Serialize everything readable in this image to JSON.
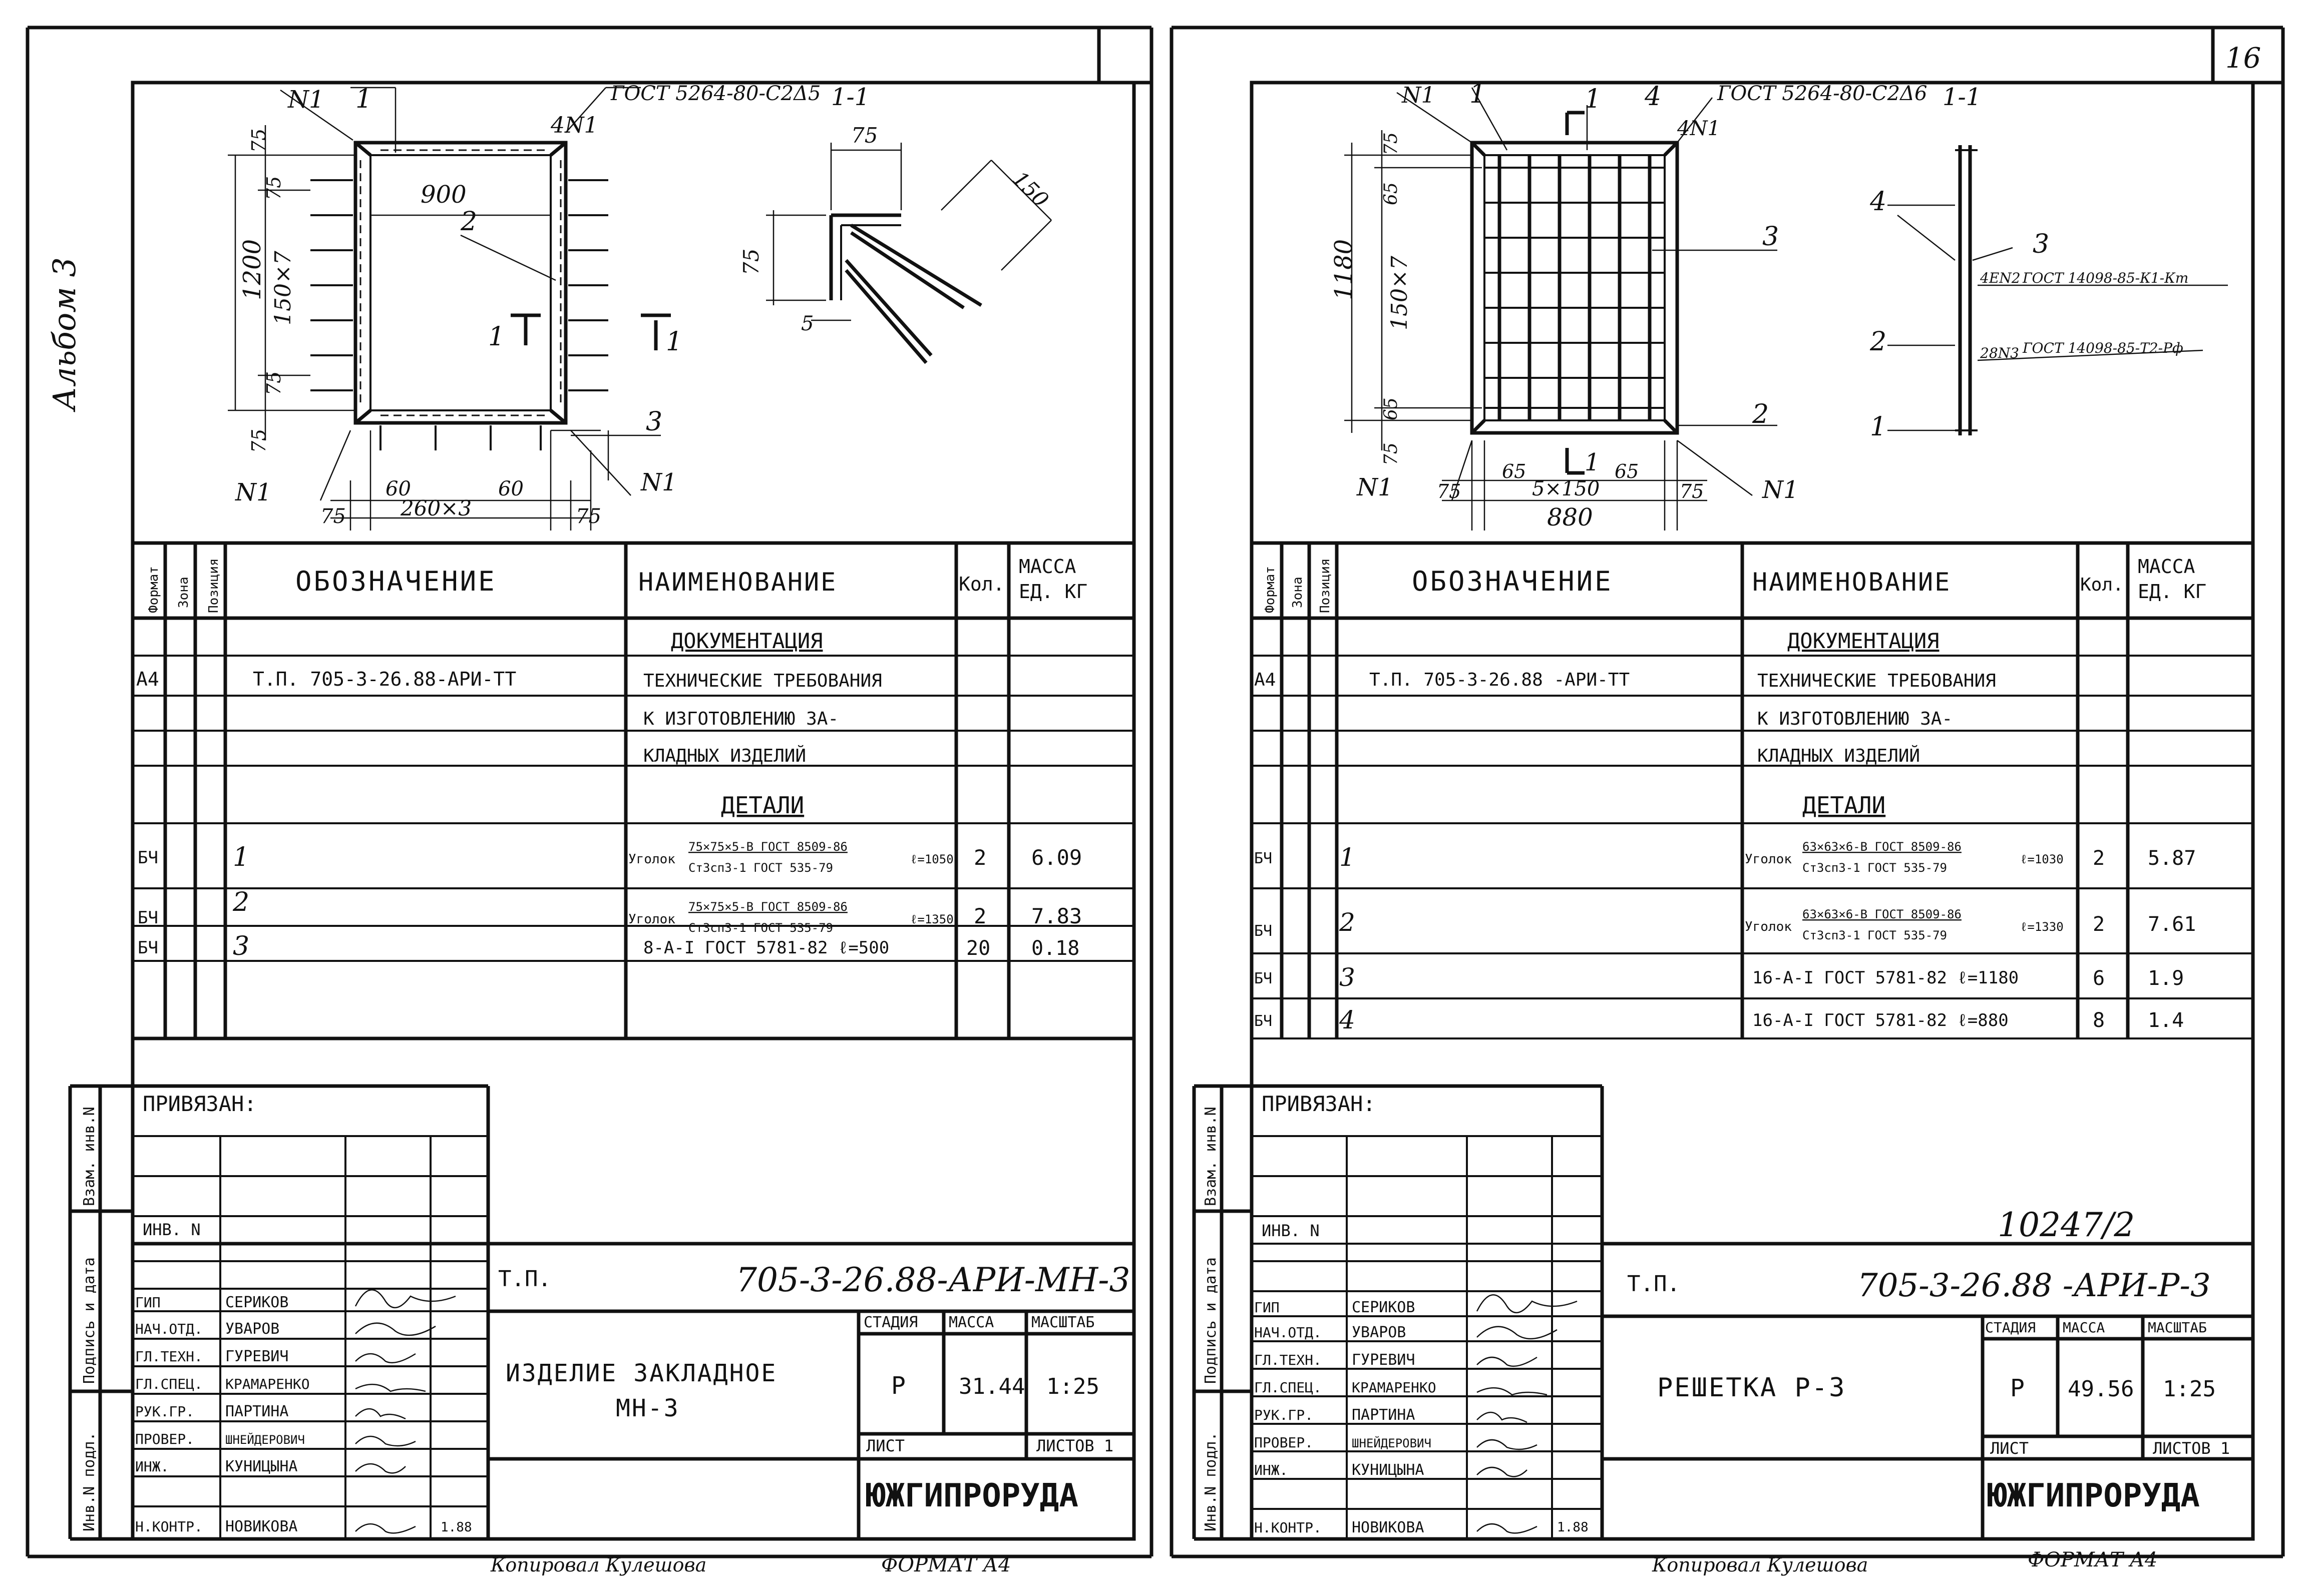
{
  "album_label": "Альбом 3",
  "side_labels": [
    "Инв.N подл.",
    "Подпись и дата",
    "Взам. инв.N"
  ],
  "common": {
    "table_headers": {
      "format": "Формат",
      "zone": "Зона",
      "position": "Позиция",
      "designation": "ОБОЗНАЧЕНИЕ",
      "name": "НАИМЕНОВАНИЕ",
      "qty": "Кол.",
      "mass": "МАССА",
      "mass_unit": "ЕД. КГ"
    },
    "section_docs": "ДОКУМЕНТАЦИЯ",
    "section_parts": "ДЕТАЛИ",
    "privyazan": "ПРИВЯЗАН:",
    "inv_no": "ИНВ. N",
    "roles": [
      "ГИП",
      "НАЧ.ОТД.",
      "ГЛ.ТЕХН.",
      "ГЛ.СПЕЦ.",
      "РУК.ГР.",
      "ПРОВЕР.",
      "ИНЖ.",
      "Н.КОНТР."
    ],
    "people": [
      "СЕРИКОВ",
      "УВАРОВ",
      "ГУРЕВИЧ",
      "КРАМАРЕНКО",
      "ПАРТИНА",
      "ШНЕЙДЕРОВИЧ",
      "КУНИЦЫНА",
      "НОВИКОВА"
    ],
    "tp_label": "Т.П.",
    "stage_header": "СТАДИЯ",
    "mass_header": "МАССА",
    "scale_header": "МАСШТАБ",
    "sheet_label": "ЛИСТ",
    "sheets_label": "ЛИСТОВ 1",
    "org": "ЮЖГИПРОРУДА",
    "copied": "Копировал   Кулешова",
    "format_label": "ФОРМАТ А4"
  },
  "left_sheet": {
    "gost_weld": "ГОСТ 5264-80-С2Δ5",
    "section_mark": "1-1",
    "dims": {
      "width": "900",
      "height": "1200",
      "pitch_v": "150×7",
      "top": "75",
      "side": "75",
      "bottom_pitch": "260×3",
      "end_gap": "60",
      "section_flange": "75",
      "section_leg": "75",
      "section_bar": "150",
      "section_t": "5"
    },
    "callouts": {
      "n1": "N1",
      "n4": "4N1",
      "pos1": "1",
      "pos2": "2",
      "pos3": "3",
      "cut": "1"
    },
    "rows": [
      {
        "format": "А4",
        "pos": "",
        "designation": "Т.П. 705-3-26.88-АРИ-ТТ",
        "name": "ТЕХНИЧЕСКИЕ ТРЕБОВАНИЯ",
        "name2": "К ИЗГОТОВЛЕНИЮ ЗА-",
        "name3": "КЛАДНЫХ ИЗДЕЛИЙ"
      },
      {
        "format": "БЧ",
        "pos": "1",
        "profile": "Уголок",
        "num": "75×75×5-В ГОСТ 8509-86",
        "den": "Ст3сп3-1 ГОСТ 535-79",
        "len": "ℓ=1050",
        "qty": "2",
        "mass": "6.09"
      },
      {
        "format": "БЧ",
        "pos": "2",
        "profile": "Уголок",
        "num": "75×75×5-В ГОСТ 8509-86",
        "den": "Ст3сп3-1 ГОСТ 535-79",
        "len": "ℓ=1350",
        "qty": "2",
        "mass": "7.83"
      },
      {
        "format": "БЧ",
        "pos": "3",
        "line": "8-А-I ГОСТ 5781-82  ℓ=500",
        "qty": "20",
        "mass": "0.18"
      }
    ],
    "tp_code": "705-3-26.88-АРИ-МН-3",
    "title1": "ИЗДЕЛИЕ ЗАКЛАДНОЕ",
    "title2": "МН-3",
    "stage": "Р",
    "mass": "31.44",
    "scale": "1:25",
    "date": "1.88"
  },
  "right_sheet": {
    "page_no": "16",
    "gost_weld": "ГОСТ 5264-80-С2Δ6",
    "section_mark": "1-1",
    "gost_t1": "ГОСТ 14098-85-К1-Кт",
    "gost_t2": "ГОСТ 14098-85-Т2-Рф",
    "weld_1": "4ЕN2",
    "weld_2": "28N3",
    "dims": {
      "height": "1180",
      "pitch_v": "150×7",
      "top": "75",
      "edge": "65",
      "bottom_pitch": "5×150",
      "width": "880",
      "side": "75"
    },
    "callouts": {
      "n1": "N1",
      "n4": "4N1",
      "pos1": "1",
      "pos2": "2",
      "pos3": "3",
      "pos4": "4",
      "cut": "1"
    },
    "rows": [
      {
        "format": "А4",
        "pos": "",
        "designation": "Т.П. 705-3-26.88 -АРИ-ТТ",
        "name": "ТЕХНИЧЕСКИЕ ТРЕБОВАНИЯ",
        "name2": "К ИЗГОТОВЛЕНИЮ ЗА-",
        "name3": "КЛАДНЫХ ИЗДЕЛИЙ"
      },
      {
        "format": "БЧ",
        "pos": "1",
        "profile": "Уголок",
        "num": "63×63×6-В ГОСТ 8509-86",
        "den": "Ст3сп3-1 ГОСТ 535-79",
        "len": "ℓ=1030",
        "qty": "2",
        "mass": "5.87"
      },
      {
        "format": "БЧ",
        "pos": "2",
        "profile": "Уголок",
        "num": "63×63×6-В ГОСТ 8509-86",
        "den": "Ст3сп3-1 ГОСТ 535-79",
        "len": "ℓ=1330",
        "qty": "2",
        "mass": "7.61"
      },
      {
        "format": "БЧ",
        "pos": "3",
        "line": "16-А-I ГОСТ 5781-82  ℓ=1180",
        "qty": "6",
        "mass": "1.9"
      },
      {
        "format": "БЧ",
        "pos": "4",
        "line": "16-А-I ГОСТ 5781-82  ℓ=880",
        "qty": "8",
        "mass": "1.4"
      }
    ],
    "reg_no": "10247/2",
    "tp_code": "705-3-26.88 -АРИ-Р-3",
    "title1": "РЕШЕТКА Р-3",
    "stage": "Р",
    "mass": "49.56",
    "scale": "1:25",
    "date": "1.88"
  }
}
